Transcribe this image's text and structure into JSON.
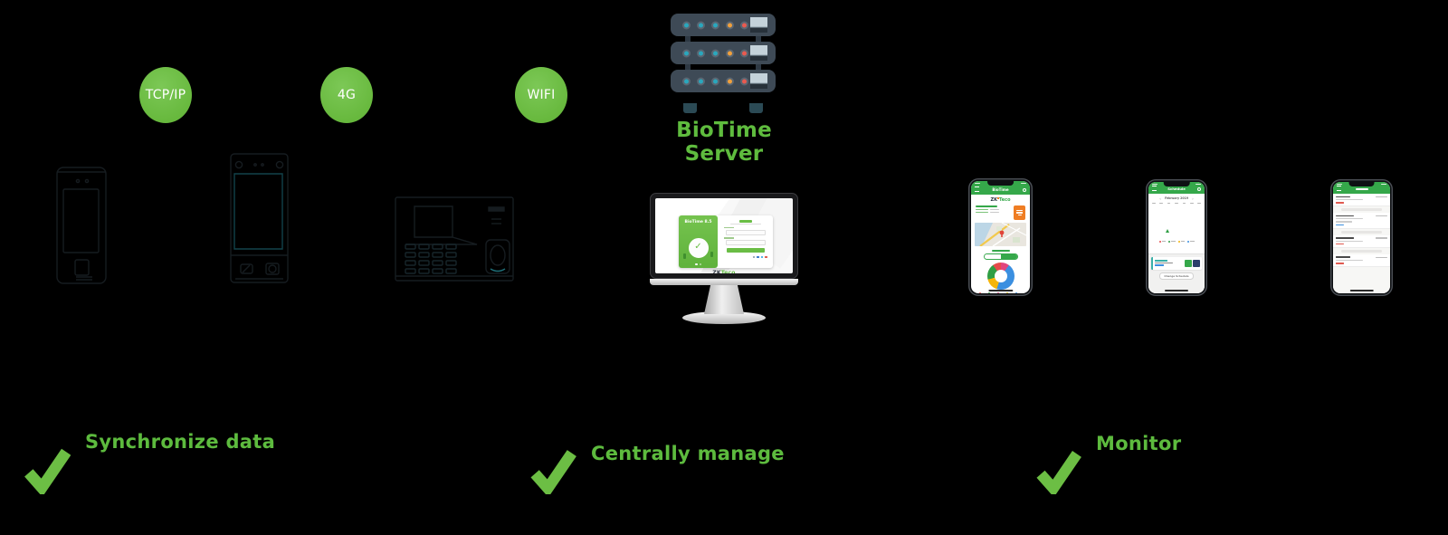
{
  "connectivity": {
    "items": [
      {
        "label": "TCP/IP"
      },
      {
        "label": "4G"
      },
      {
        "label": "WIFI"
      }
    ]
  },
  "server": {
    "label": "BioTime Server"
  },
  "monitor": {
    "app_logo": "BioTime 8.5",
    "brand_zk": "ZK",
    "brand_teco": "Teco"
  },
  "phones": {
    "dashboard": {
      "title": "BioTime",
      "brand_zk": "ZK",
      "brand_teco": "Teco"
    },
    "schedule": {
      "title": "Schedule",
      "month": "February 2019",
      "button": "Change Schedule"
    }
  },
  "features": [
    {
      "label": "Synchronize data"
    },
    {
      "label": "Centrally manage"
    },
    {
      "label": "Monitor"
    }
  ],
  "colors": {
    "accent_green": "#5fbc3e",
    "badge_green": "#6cbe44",
    "server_body": "#3e4a56",
    "dot_teal": "#2aa7bd",
    "dot_orange": "#f0a03c",
    "dot_red": "#e85a50",
    "app_green": "#35a84a",
    "orange_card": "#ef7d23"
  }
}
